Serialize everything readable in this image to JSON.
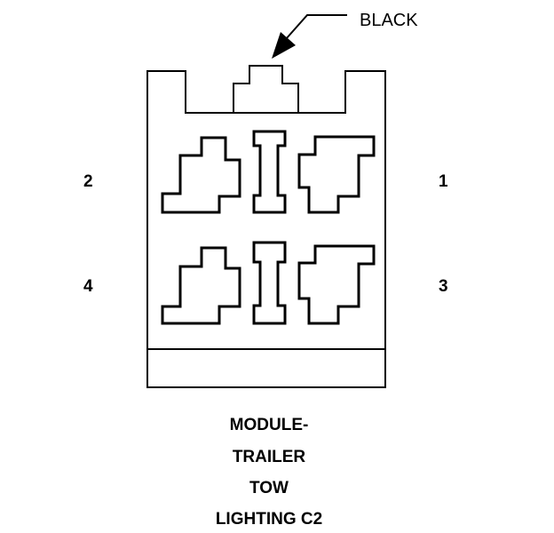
{
  "wire_color": "BLACK",
  "pins": {
    "p1": "1",
    "p2": "2",
    "p3": "3",
    "p4": "4"
  },
  "caption": [
    "MODULE-",
    "TRAILER",
    "TOW",
    "LIGHTING C2"
  ]
}
